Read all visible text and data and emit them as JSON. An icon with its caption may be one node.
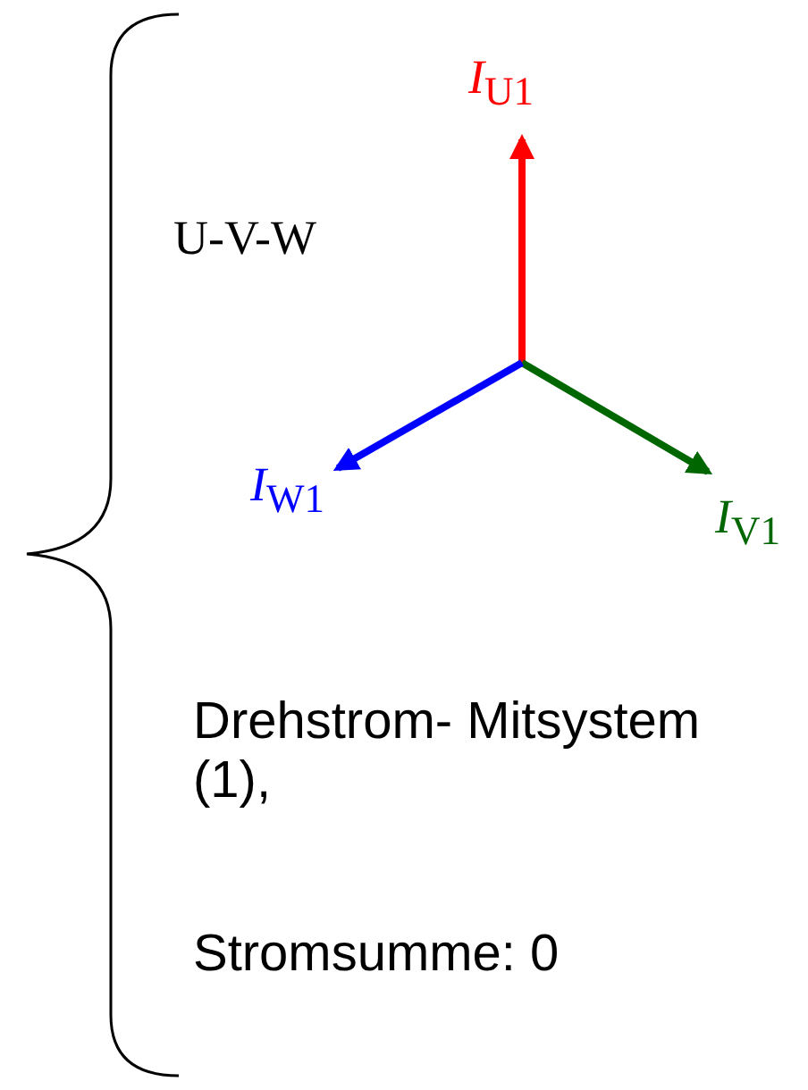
{
  "diagram": {
    "labels": [
      "*I*$_{U1}$",
      "U-V-W",
      "*I*$_{W1}$",
      "*I*$_{V1}$",
      "Drehstrom- Mitsystem (1),",
      "Stromsumme: 0"
    ]
  }
}
